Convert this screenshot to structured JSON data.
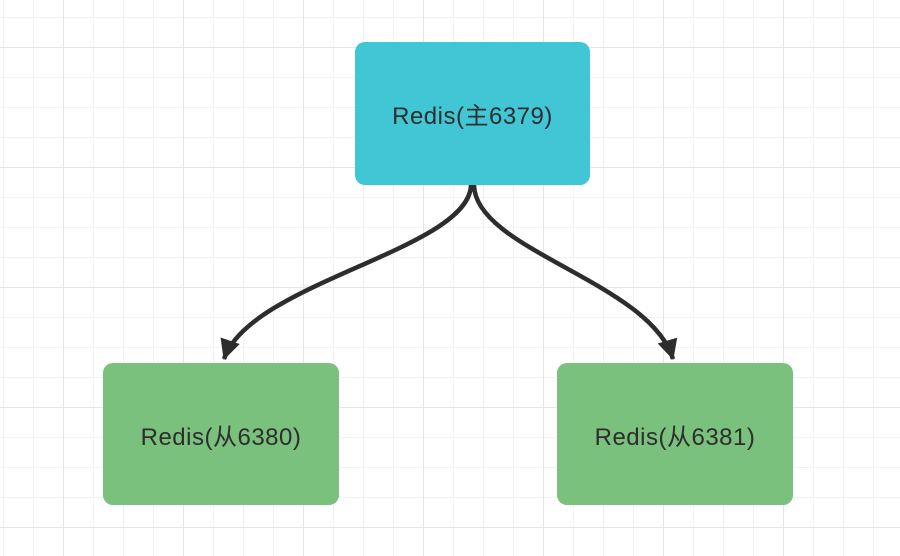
{
  "diagram": {
    "nodes": [
      {
        "id": "redis-master",
        "label": "Redis(主6379)",
        "fill": "#41c6d6"
      },
      {
        "id": "redis-slave-6380",
        "label": "Redis(从6380)",
        "fill": "#79c17c"
      },
      {
        "id": "redis-slave-6381",
        "label": "Redis(从6381)",
        "fill": "#79c17c"
      }
    ],
    "edges": [
      {
        "from": "redis-master",
        "to": "redis-slave-6380"
      },
      {
        "from": "redis-master",
        "to": "redis-slave-6381"
      }
    ],
    "colors": {
      "connector": "#2d2d2d",
      "node_text": "#2e2e2e",
      "canvas_background": "#ffffff",
      "grid_minor": "#f2f2f2",
      "grid_major": "#e6e6e6"
    }
  }
}
